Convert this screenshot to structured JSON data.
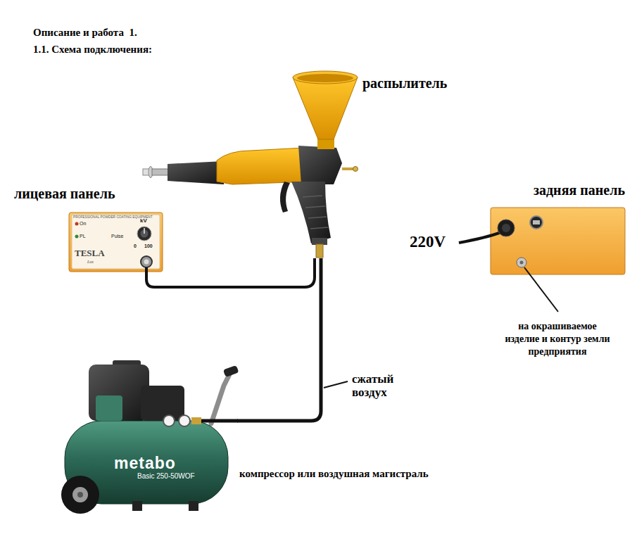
{
  "diagram": {
    "title": "Описание и работа  1.",
    "nodes": [
      {
        "text": [
          "лицевая панель",
          "PROFESSIONAL POWDER COATING EQUIPMENT",
          "On",
          "PL",
          "Pulse",
          "kV",
          "0",
          "100",
          "TESLA",
          "Lux"
        ]
      },
      {
        "text": [
          "распылитель"
        ]
      },
      {
        "text": [
          "задняя панель"
        ]
      },
      {
        "text": [
          "metabo",
          "Basic 250-50WOF",
          "компрессор или воздушная магистраль"
        ]
      }
    ],
    "edges": [
      {
        "from": 0,
        "to": 1,
        "arrow": "none"
      },
      {
        "from": 3,
        "to": 1,
        "label": "сжатый воздух",
        "arrow": "none"
      }
    ],
    "labels": [
      "1.1. Схема подключения:",
      "220V",
      "на окрашиваемое изделие и контур земли предприятия"
    ]
  }
}
